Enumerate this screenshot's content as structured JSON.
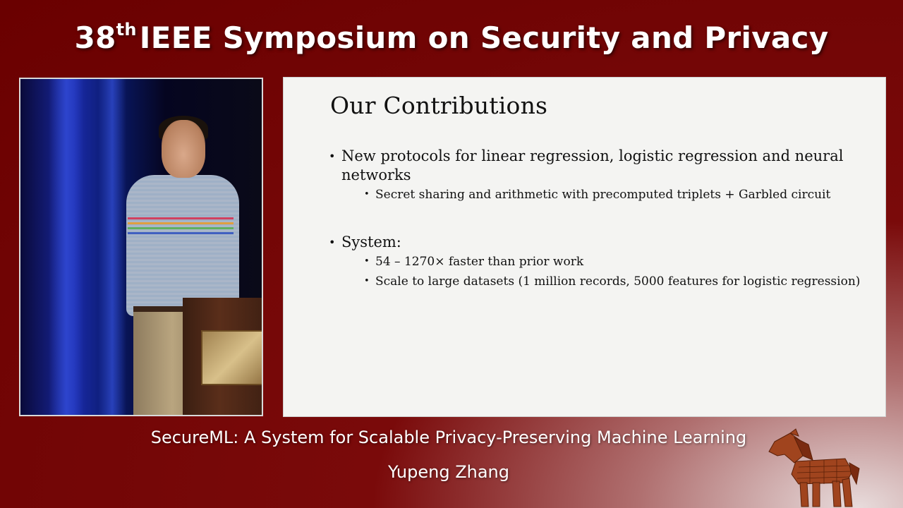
{
  "header": {
    "title_number": "38",
    "title_sup": "th",
    "title_rest": "IEEE Symposium on Security and Privacy"
  },
  "slide": {
    "title": "Our Contributions",
    "bullets": [
      {
        "text": "New protocols for linear regression, logistic regression and neural networks",
        "sub": [
          "Secret sharing and arithmetic with precomputed triplets + Garbled circuit"
        ]
      },
      {
        "text": "System:",
        "sub": [
          "54 – 1270× faster than prior work",
          "Scale to large datasets (1 million records, 5000 features for logistic regression)"
        ]
      }
    ]
  },
  "footer": {
    "talk_title": "SecureML: A System for Scalable Privacy-Preserving Machine Learning",
    "speaker": "Yupeng Zhang"
  },
  "colors": {
    "background": "#6a0000",
    "slide_background": "#f4f4f2",
    "text_light": "#ffffff"
  },
  "icons": {
    "logo": "trojan-horse-logo"
  }
}
